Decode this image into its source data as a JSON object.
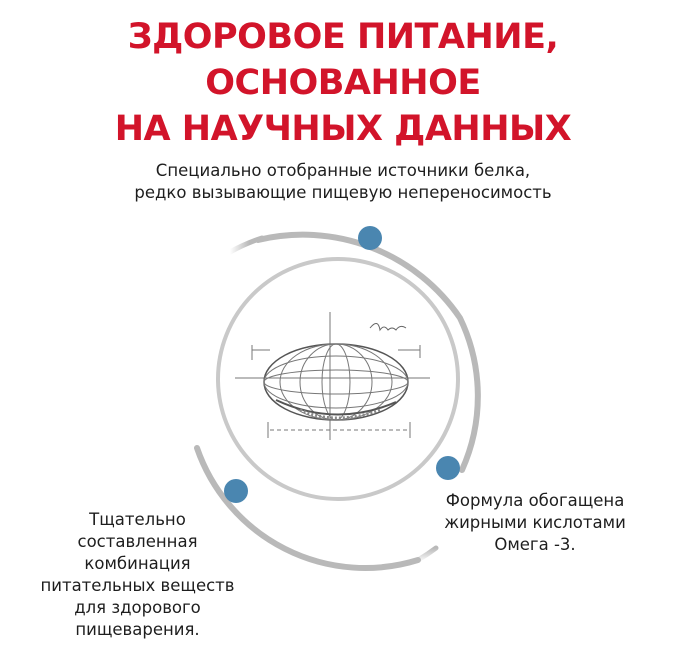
{
  "title": {
    "line1": "ЗДОРОВОЕ ПИТАНИЕ, ОСНОВАННОЕ",
    "line2": "НА НАУЧНЫХ ДАННЫХ"
  },
  "benefits": {
    "top": {
      "line1": "Специально отобранные источники белка,",
      "line2": "редко вызывающие пищевую непереносимость"
    },
    "right": {
      "line1": "Формула обогащена",
      "line2": "жирными кислотами",
      "line3": "Омега -3."
    },
    "left": {
      "line1": "Тщательно",
      "line2": "составленная",
      "line3": "комбинация",
      "line4": "питательных веществ",
      "line5": "для здорового",
      "line6": "пищеварения."
    }
  },
  "colors": {
    "title": "#d2142a",
    "marker": "#4a86b0",
    "ring": "#b9b9b9"
  },
  "icons": {
    "center": "kibble-sketch-icon"
  }
}
